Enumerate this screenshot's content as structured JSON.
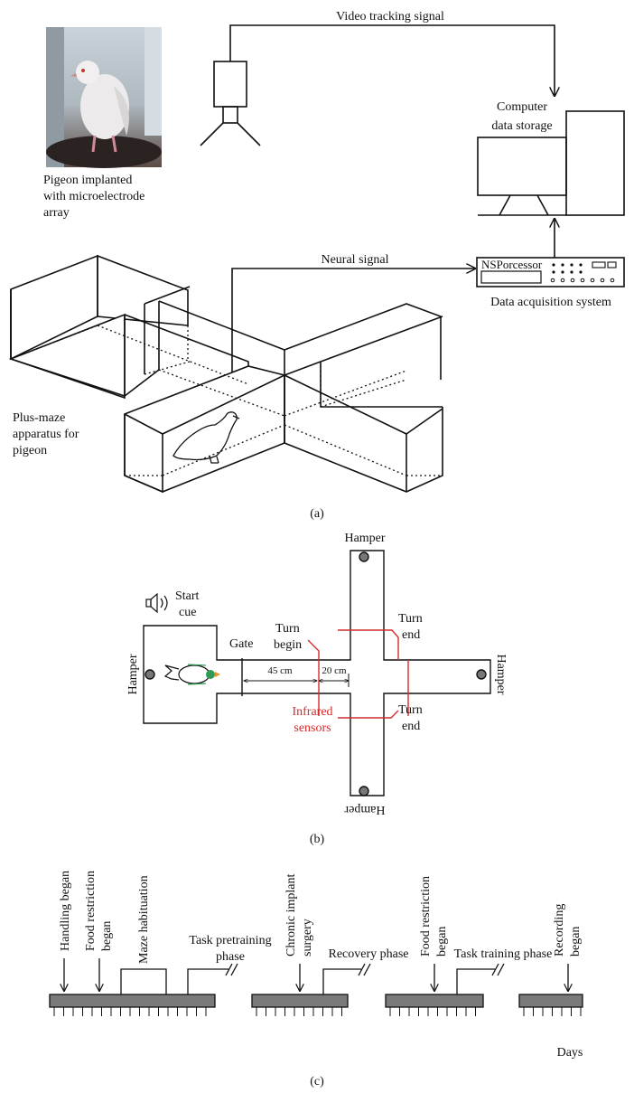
{
  "panel_a": {
    "video_signal": "Video tracking signal",
    "computer_line1": "Computer",
    "computer_line2": "data storage",
    "pigeon_caption_1": "Pigeon implanted",
    "pigeon_caption_2": "with microelectrode",
    "pigeon_caption_3": "array",
    "neural_signal": "Neural signal",
    "nsp_label": "NSPorcessor",
    "daq_label": "Data acquisition system",
    "maze_caption_1": "Plus-maze",
    "maze_caption_2": "apparatus for",
    "maze_caption_3": "pigeon",
    "label": "(a)"
  },
  "panel_b": {
    "hamper": "Hamper",
    "start_cue_1": "Start",
    "start_cue_2": "cue",
    "gate": "Gate",
    "turn_begin_1": "Turn",
    "turn_begin_2": "begin",
    "turn_end_1": "Turn",
    "turn_end_2": "end",
    "dist_45": "45 cm",
    "dist_20": "20 cm",
    "infrared_1": "Infrared",
    "infrared_2": "sensors",
    "infrared_color": "#d42b2b",
    "label": "(b)"
  },
  "panel_c": {
    "handling": "Handling began",
    "food_1_line1": "Food restriction",
    "food_1_line2": "began",
    "maze_habituation": "Maze habituation",
    "task_pre_1": "Task pretraining",
    "task_pre_2": "phase",
    "chronic_1": "Chronic implant",
    "chronic_2": "surgery",
    "recovery": "Recovery phase",
    "food_2_line1": "Food restriction",
    "food_2_line2": "began",
    "task_training": "Task training phase",
    "recording_1": "Recording",
    "recording_2": "began",
    "days": "Days",
    "bar_color": "#7a7a7a",
    "label": "(c)"
  }
}
